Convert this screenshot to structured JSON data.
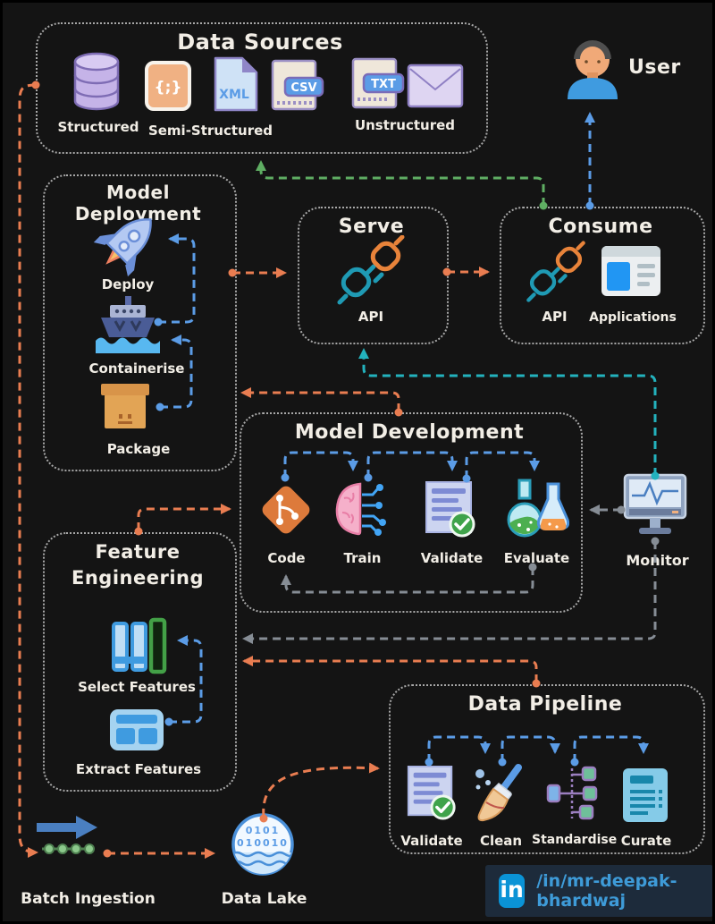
{
  "colors": {
    "background": "#141414",
    "box_border": "#a8a8a8",
    "text": "#f2eee6",
    "connector_orange": "#e97d51",
    "connector_blue": "#5b9ce6",
    "connector_teal": "#23b2bd",
    "connector_gray": "#868d95",
    "connector_green": "#5fae63",
    "linkedin_blue": "#0a93d6",
    "linkedin_bg": "#1d2b3b"
  },
  "data_sources": {
    "title": "Data Sources",
    "structured_label": "Structured",
    "semi_structured_label": "Semi-Structured",
    "unstructured_label": "Unstructured"
  },
  "user": {
    "label": "User"
  },
  "model_deployment": {
    "title": "Model Deployment",
    "steps": [
      "Deploy",
      "Containerise",
      "Package"
    ]
  },
  "serve": {
    "title": "Serve",
    "api_label": "API"
  },
  "consume": {
    "title": "Consume",
    "api_label": "API",
    "applications_label": "Applications"
  },
  "model_development": {
    "title": "Model Development",
    "steps": [
      "Code",
      "Train",
      "Validate",
      "Evaluate"
    ]
  },
  "monitor": {
    "label": "Monitor"
  },
  "feature_engineering": {
    "title": "Feature Engineering",
    "steps": [
      "Select Features",
      "Extract Features"
    ]
  },
  "data_pipeline": {
    "title": "Data Pipeline",
    "steps": [
      "Validate",
      "Clean",
      "Standardise",
      "Curate"
    ]
  },
  "ingestion": {
    "batch_label": "Batch Ingestion",
    "data_lake_label": "Data Lake"
  },
  "footer": {
    "linkedin_logo": "in",
    "linkedin_handle": "/in/mr-deepak-bhardwaj"
  },
  "icon_glyphs": {
    "json": "{;}",
    "xml": "XML",
    "csv": "CSV",
    "txt": "TXT",
    "data_lake_line1": "0101",
    "data_lake_line2": "010010"
  },
  "icon_names": [
    "database-icon",
    "json-file-icon",
    "xml-file-icon",
    "csv-file-icon",
    "txt-file-icon",
    "envelope-icon",
    "user-avatar-icon",
    "rocket-icon",
    "ship-icon",
    "package-icon",
    "api-plug-icon",
    "applications-window-icon",
    "git-code-icon",
    "brain-train-icon",
    "checklist-validate-icon",
    "flasks-evaluate-icon",
    "monitor-icon",
    "columns-select-icon",
    "table-extract-icon",
    "broom-clean-icon",
    "hierarchy-standardise-icon",
    "document-curate-icon",
    "data-lake-icon",
    "batch-arrow-icon",
    "linkedin-icon"
  ]
}
